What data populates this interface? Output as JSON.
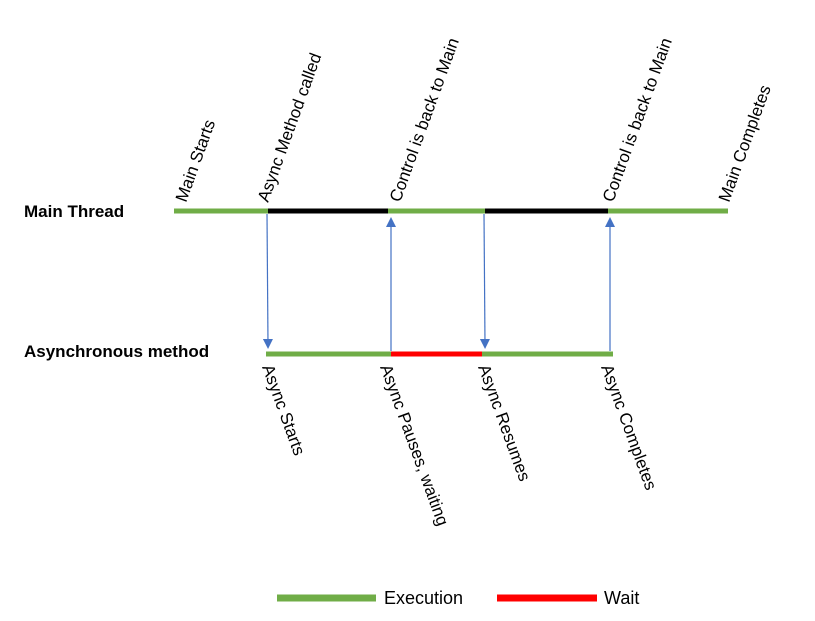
{
  "colors": {
    "execution": "#70ad47",
    "blocked": "#000000",
    "wait": "#ff0000",
    "arrow": "#4472c4"
  },
  "lanes": {
    "main": "Main Thread",
    "async": "Asynchronous method"
  },
  "main_events": {
    "main_starts": "Main Starts",
    "async_called": "Async Method called",
    "control_back_1": "Control is back to Main",
    "control_back_2": "Control is back to Main",
    "main_completes": "Main Completes"
  },
  "async_events": {
    "async_starts": "Async Starts",
    "async_pauses": "Async Pauses, waiting",
    "async_resumes": "Async Resumes",
    "async_completes": "Async Completes"
  },
  "legend": {
    "execution": "Execution",
    "wait": "Wait"
  }
}
